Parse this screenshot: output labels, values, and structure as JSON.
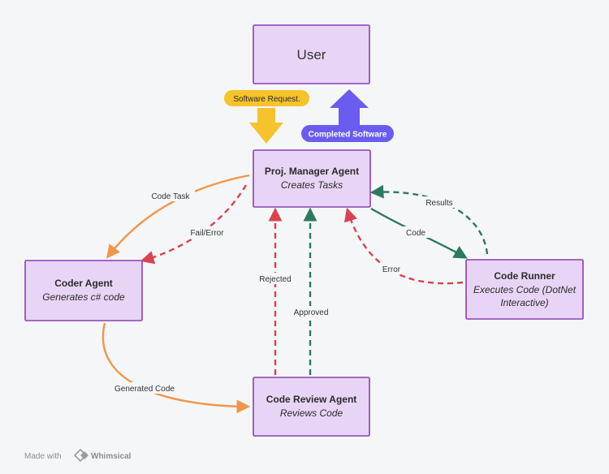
{
  "nodes": {
    "user": {
      "title": "User"
    },
    "pm": {
      "title": "Proj. Manager Agent",
      "subtitle": "Creates Tasks"
    },
    "coder": {
      "title": "Coder Agent",
      "subtitle": "Generates c# code"
    },
    "runner": {
      "title": "Code Runner",
      "subtitle_line1": "Executes Code (DotNet",
      "subtitle_line2": "Interactive)"
    },
    "review": {
      "title": "Code Review Agent",
      "subtitle": "Reviews Code"
    }
  },
  "edges": {
    "software_request": "Software Request.",
    "completed_software": "Completed Software",
    "code_task": "Code Task",
    "fail_error": "Fail/Error",
    "results": "Results",
    "code": "Code",
    "error": "Error",
    "rejected": "Rejected",
    "approved": "Approved",
    "generated_code": "Generated Code"
  },
  "footer": {
    "made_with": "Made with",
    "brand": "Whimsical"
  },
  "colors": {
    "node_fill": "#e8d5f5",
    "node_stroke": "#8a3fb5",
    "orange": "#f0964a",
    "red": "#d9434f",
    "green": "#2a7a5e",
    "yellow": "#f6c32c",
    "purple": "#6a5cf0"
  }
}
